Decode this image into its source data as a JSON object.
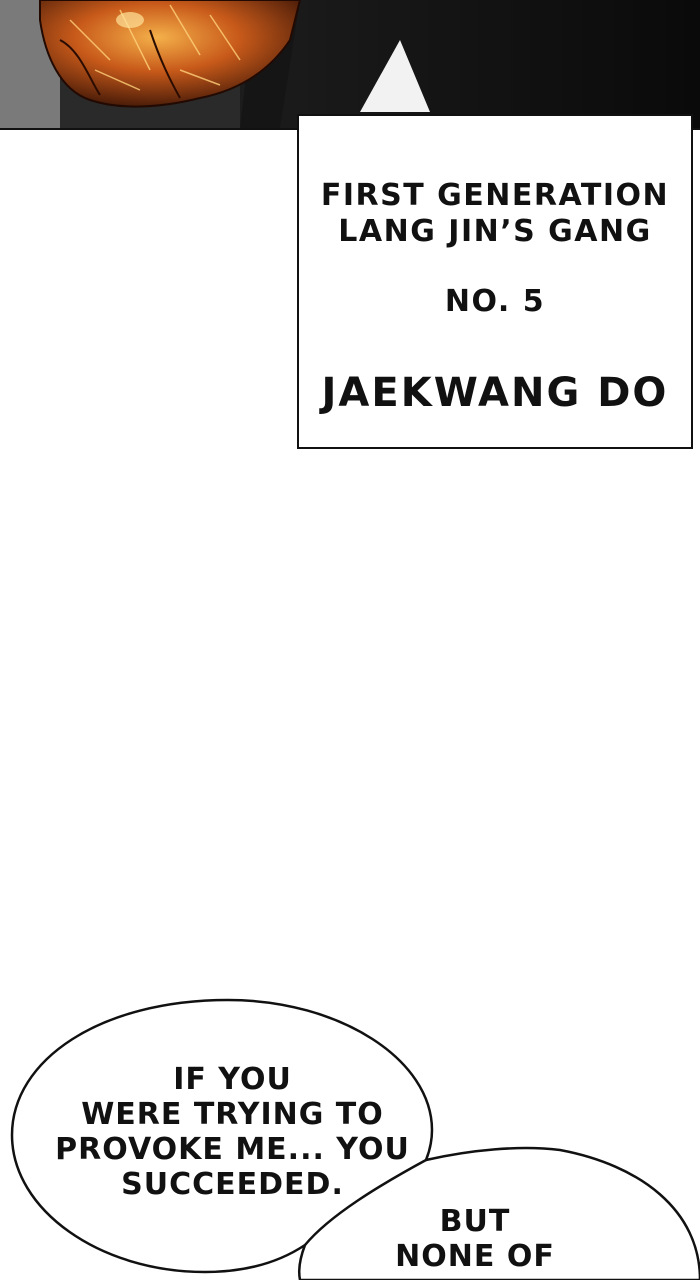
{
  "caption": {
    "line1": "FIRST GENERATION",
    "line2": "LANG JIN’S GANG",
    "line3": "NO. 5",
    "line4": "JAEKWANG DO"
  },
  "bubble1": {
    "lines": [
      "IF YOU",
      "WERE TRYING TO",
      "PROVOKE ME... YOU",
      "SUCCEEDED."
    ]
  },
  "bubble2": {
    "lines": [
      "BUT",
      "NONE OF"
    ]
  },
  "colors": {
    "ink": "#111111",
    "paper": "#ffffff",
    "fist_glow": "#c85a1a"
  }
}
